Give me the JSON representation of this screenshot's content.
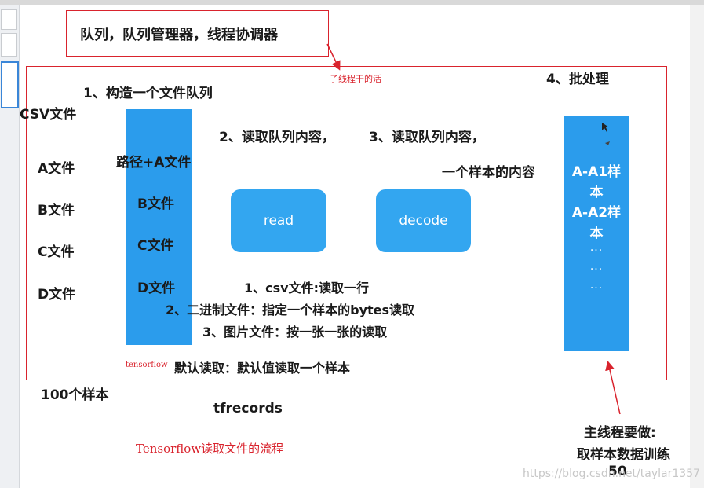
{
  "header": {
    "title": "队列，队列管理器，线程协调器"
  },
  "annotations": {
    "subthread": "子线程干的活",
    "tensorflow": "tensorflow",
    "caption": "Tensorflow读取文件的流程",
    "watermark": "https://blog.csdn.net/taylar1357"
  },
  "steps": {
    "s1": "1、构造一个文件队列",
    "s2": "2、读取队列内容，",
    "s3": "3、读取队列内容，",
    "s3b": "一个样本的内容",
    "s4": "4、批处理"
  },
  "left": {
    "csv": "CSV文件",
    "a": "A文件",
    "b": "B文件",
    "c": "C文件",
    "d": "D文件",
    "count": "100个样本"
  },
  "queue": {
    "path": "路径+A文件",
    "b": "B文件",
    "c": "C文件",
    "d": "D文件"
  },
  "ops": {
    "read": "read",
    "decode": "decode"
  },
  "read_modes": {
    "csv": "1、csv文件:读取一行",
    "binary": "2、二进制文件：指定一个样本的bytes读取",
    "image": "3、图片文件：按一张一张的读取",
    "default": "默认读取：默认值读取一个样本"
  },
  "tfrecords": "tfrecords",
  "batch": {
    "item1_line1": "A-A1样",
    "item1_line2": "本",
    "item2_line1": "A-A2样",
    "item2_line2": "本",
    "dots": "..."
  },
  "main_thread": {
    "line1": "主线程要做:",
    "line2": "取样本数据训练",
    "line3": "50"
  },
  "colors": {
    "accent_blue": "#2b9cec",
    "red": "#d9232d"
  }
}
